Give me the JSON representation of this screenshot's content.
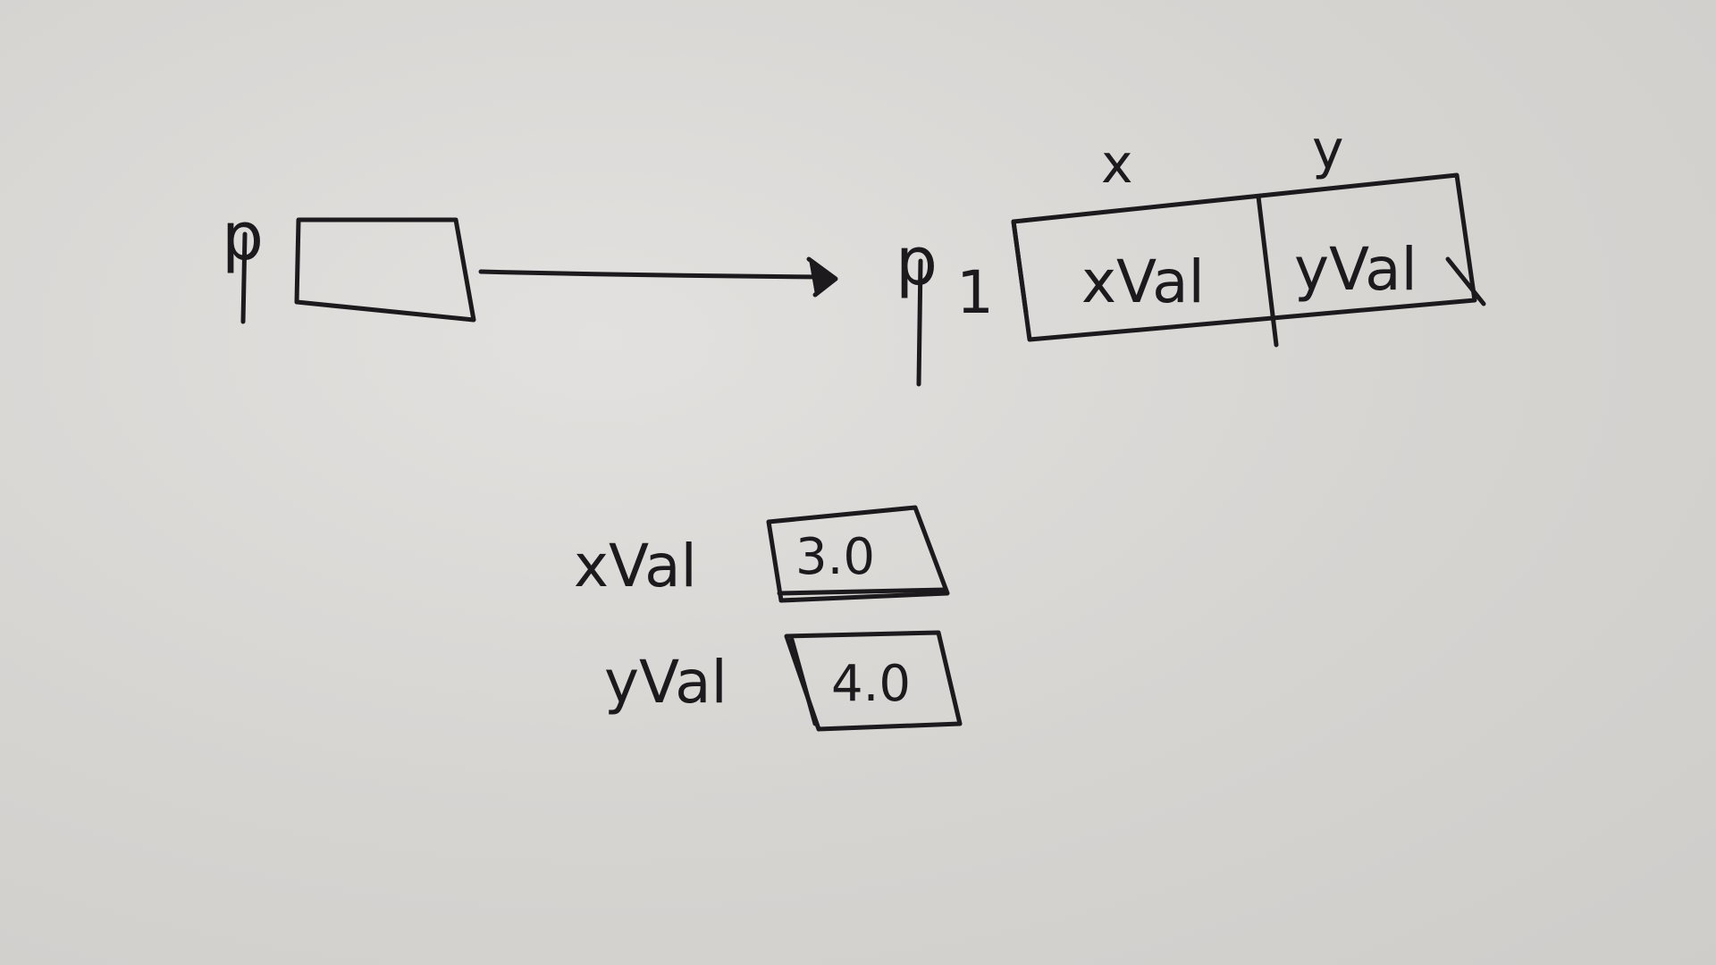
{
  "left_pointer": {
    "name": "p",
    "value": ""
  },
  "right_pointer": {
    "name": "p",
    "subscript": "1"
  },
  "struct_header": {
    "x": "x",
    "y": "y"
  },
  "struct_cells": {
    "x": "xVal",
    "y": "yVal"
  },
  "variables": [
    {
      "name": "xVal",
      "value": "3.0"
    },
    {
      "name": "yVal",
      "value": "4.0"
    }
  ],
  "colors": {
    "ink": "#1c1a1d",
    "paper": "#d6d4d1"
  }
}
